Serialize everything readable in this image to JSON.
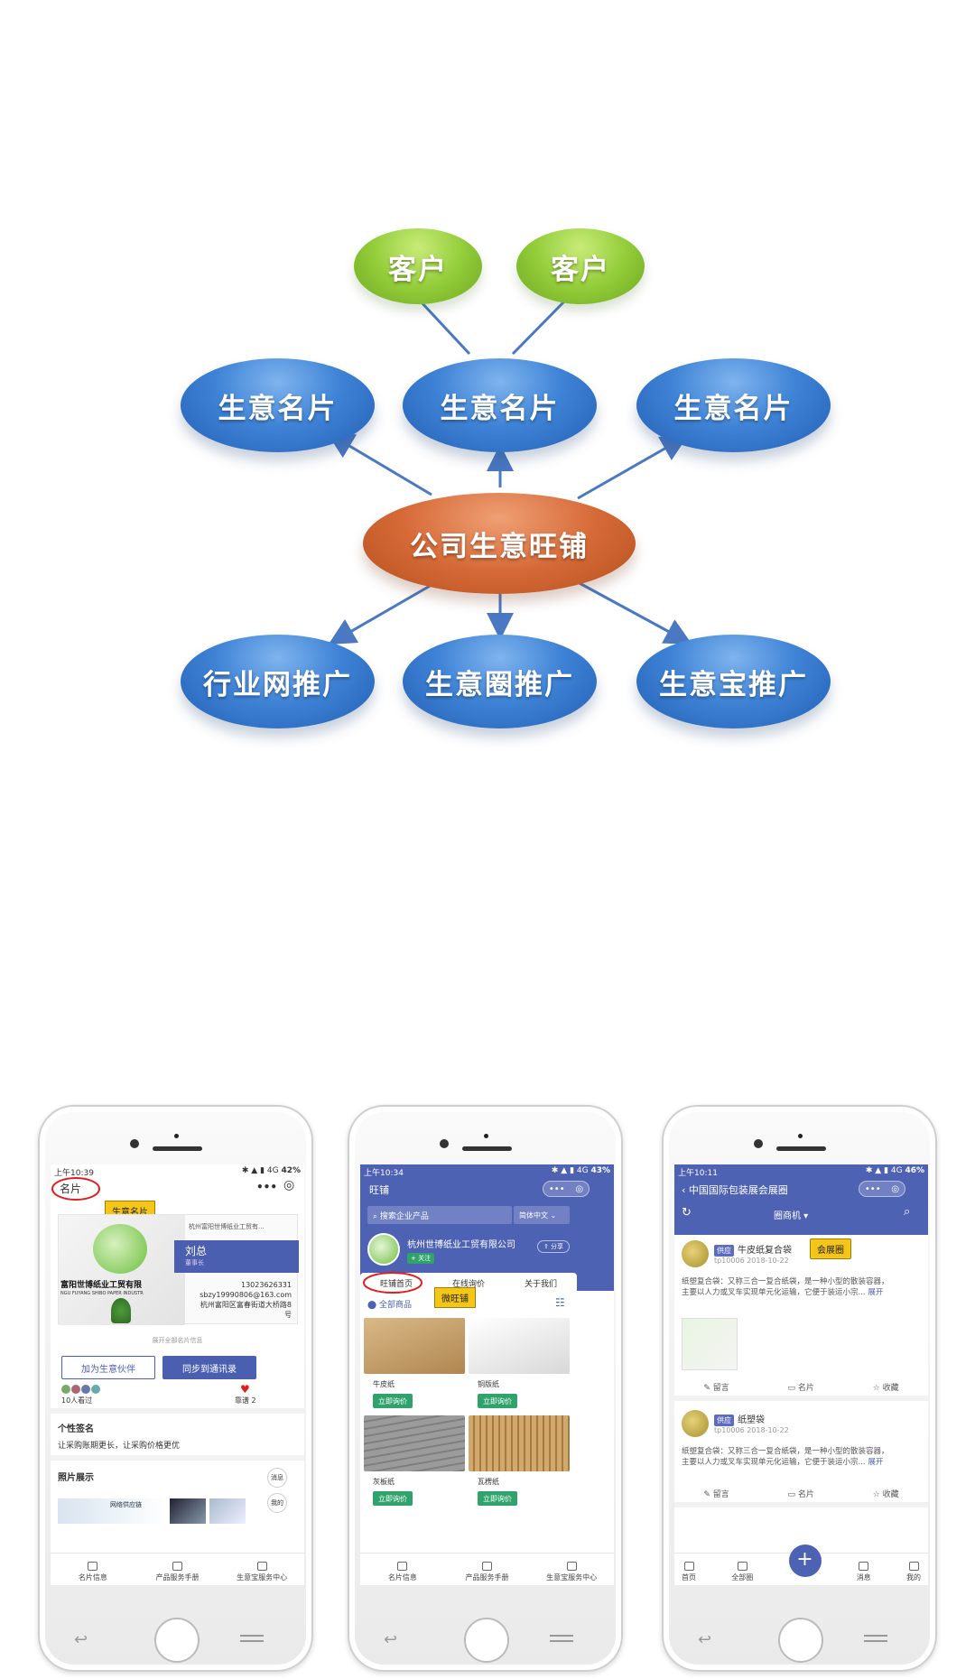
{
  "diagram": {
    "top_nodes": [
      "客户",
      "客户"
    ],
    "card_nodes": [
      "生意名片",
      "生意名片",
      "生意名片"
    ],
    "center_node": "公司生意旺铺",
    "bottom_nodes": [
      "行业网推广",
      "生意圈推广",
      "生意宝推广"
    ],
    "colors": {
      "blue": "#3f83d6",
      "green": "#93cd3a",
      "orange": "#d66a37",
      "arrow": "#4a78c2"
    }
  },
  "phone1": {
    "status_time": "上午10:39",
    "status_battery": "42%",
    "title": "名片",
    "callout": "生意名片",
    "card": {
      "company": "杭州富阳世博纸业工贸有...",
      "name": "刘总",
      "role": "董事长",
      "phone": "13023626331",
      "email": "sbzy19990806@163.com",
      "address_line1": "杭州富阳区富春街道大桥路8",
      "address_line2": "号",
      "banner_text": "富阳世博纸业工贸有限",
      "banner_sub": "NGU FUYANG SHIBO PAPER INDUSTR"
    },
    "expand": "展开全部名片信息",
    "btn_partner": "加为生意伙伴",
    "btn_sync": "同步到通讯录",
    "viewers": "10人看过",
    "likes": "靠谱 2",
    "signature_title": "个性签名",
    "signature_text": "让采购账期更长，让采购价格更优",
    "photos_title": "照片展示",
    "photo_caption": "网络供应链",
    "side_msg": "消息",
    "side_mine": "我的",
    "tabs": [
      "名片信息",
      "产品服务手册",
      "生意宝服务中心"
    ]
  },
  "phone2": {
    "status_time": "上午10:34",
    "status_battery": "43%",
    "title": "旺铺",
    "search_placeholder": "搜索企业产品",
    "lang": "简体中文",
    "company": "杭州世博纸业工贸有限公司",
    "follow": "+ 关注",
    "share": "分享",
    "tabs_top": [
      "旺铺首页",
      "在线询价",
      "关于我们"
    ],
    "callout": "微旺铺",
    "all_products": "全部商品",
    "products": [
      {
        "name": "牛皮纸",
        "color": "#c9a46f"
      },
      {
        "name": "铜版纸",
        "color": "#e8e8e8"
      },
      {
        "name": "灰板纸",
        "color": "#8d8d8d"
      },
      {
        "name": "瓦楞纸",
        "color": "#c79a5c"
      }
    ],
    "inquiry": "立即询价",
    "tabs": [
      "名片信息",
      "产品服务手册",
      "生意宝服务中心"
    ]
  },
  "phone3": {
    "status_time": "上午10:11",
    "status_battery": "46%",
    "title": "中国国际包装展会展圈",
    "filter": "圈商机",
    "callout": "会展圈",
    "posts": [
      {
        "tag": "供应",
        "title": "牛皮纸复合袋",
        "user": "tp10006",
        "date": "2018-10-22",
        "text": "纸塑复合袋：又称三合一复合纸袋，是一种小型的散装容器，主要以人力或叉车实现单元化运输，它便于装运小宗...",
        "more": "展开"
      },
      {
        "tag": "供应",
        "title": "纸塑袋",
        "user": "tp10006",
        "date": "2018-10-22",
        "text": "纸塑复合袋：又称三合一复合纸袋，是一种小型的散装容器，主要以人力或叉车实现单元化运输，它便于装运小宗...",
        "more": "展开"
      }
    ],
    "actions": [
      "留言",
      "名片",
      "收藏"
    ],
    "tabs": [
      "首页",
      "全部圈",
      "消息",
      "我的"
    ]
  }
}
